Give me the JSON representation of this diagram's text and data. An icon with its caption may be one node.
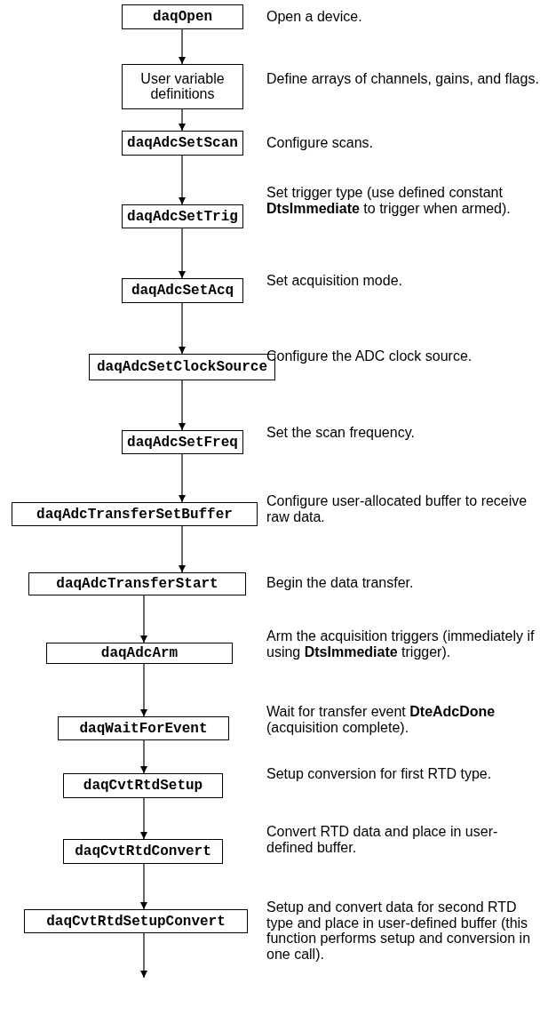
{
  "diagram": {
    "nodes": [
      {
        "text": [
          "daqOpen"
        ],
        "beside": [
          "Open a device."
        ]
      },
      {
        "text": [
          "User variable definitions"
        ],
        "beside": [
          "Define arrays of channels, gains, and flags."
        ]
      },
      {
        "text": [
          "daqAdcSetScan"
        ],
        "beside": [
          "Configure scans."
        ]
      },
      {
        "text": [
          "daqAdcSetTrig"
        ],
        "beside": [
          "Set trigger type (use defined constant **DtsImmediate** to trigger when armed)."
        ]
      },
      {
        "text": [
          "daqAdcSetAcq"
        ],
        "beside": [
          "Set acquisition mode."
        ]
      },
      {
        "text": [
          "daqAdcSetClockSource"
        ],
        "beside": [
          "Configure the ADC clock source."
        ]
      },
      {
        "text": [
          "daqAdcSetFreq"
        ],
        "beside": [
          "Set the scan frequency."
        ]
      },
      {
        "text": [
          "daqAdcTransferSetBuffer"
        ],
        "beside": [
          "Configure user-allocated buffer to receive raw data."
        ]
      },
      {
        "text": [
          "daqAdcTransferStart"
        ],
        "beside": [
          "Begin the data transfer."
        ]
      },
      {
        "text": [
          "daqAdcArm"
        ],
        "beside": [
          "Arm the acquisition triggers (immediately if using **DtsImmediate** trigger)."
        ]
      },
      {
        "text": [
          "daqWaitForEvent"
        ],
        "beside": [
          "Wait for transfer event **DteAdcDone** (acquisition complete)."
        ]
      },
      {
        "text": [
          "daqCvtRtdSetup"
        ],
        "beside": [
          "Setup conversion for first RTD type."
        ]
      },
      {
        "text": [
          "daqCvtRtdConvert"
        ],
        "beside": [
          "Convert RTD data and place in user-defined buffer."
        ]
      },
      {
        "text": [
          "daqCvtRtdSetupConvert"
        ],
        "beside": [
          "Setup and convert data for second RTD type and place in user-defined buffer (this function performs setup and conversion in one call)."
        ]
      }
    ],
    "edges": [
      {
        "from": 0,
        "to": 1,
        "arrow": "to"
      },
      {
        "from": 1,
        "to": 2,
        "arrow": "to"
      },
      {
        "from": 2,
        "to": 3,
        "arrow": "to"
      },
      {
        "from": 3,
        "to": 4,
        "arrow": "to"
      },
      {
        "from": 4,
        "to": 5,
        "arrow": "to"
      },
      {
        "from": 5,
        "to": 6,
        "arrow": "to"
      },
      {
        "from": 6,
        "to": 7,
        "arrow": "to"
      },
      {
        "from": 7,
        "to": 8,
        "arrow": "to"
      },
      {
        "from": 8,
        "to": 9,
        "arrow": "to"
      },
      {
        "from": 9,
        "to": 10,
        "arrow": "to"
      },
      {
        "from": 10,
        "to": 11,
        "arrow": "to"
      },
      {
        "from": 11,
        "to": 12,
        "arrow": "to"
      },
      {
        "from": 12,
        "to": 13,
        "arrow": "to"
      },
      {
        "from": 13,
        "to": null,
        "arrow": "to"
      }
    ]
  }
}
